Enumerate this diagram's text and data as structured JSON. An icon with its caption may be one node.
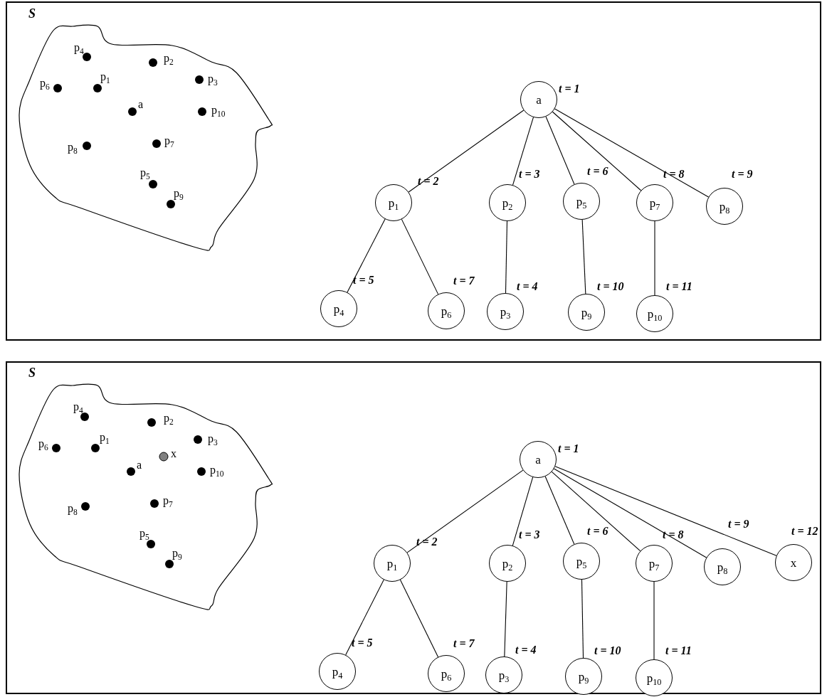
{
  "diagram": {
    "nodes": [
      {
        "text": [],
        "shape": "box"
      },
      {
        "text": [
          "S"
        ],
        "in": 0
      },
      {
        "text": [
          "a"
        ],
        "beside": [
          "t = 1"
        ],
        "in": 0
      },
      {
        "text": [
          "p$_{1}$"
        ],
        "beside": [
          "t = 2"
        ],
        "in": 0
      },
      {
        "text": [
          "p$_{2}$"
        ],
        "beside": [
          "t = 3"
        ],
        "in": 0
      },
      {
        "text": [
          "p$_{5}$"
        ],
        "beside": [
          "t = 6"
        ],
        "in": 0
      },
      {
        "text": [
          "p$_{7}$"
        ],
        "beside": [
          "t = 8"
        ],
        "in": 0
      },
      {
        "text": [
          "p$_{8}$"
        ],
        "beside": [
          "t = 9"
        ],
        "in": 0
      },
      {
        "text": [
          "p$_{4}$"
        ],
        "beside": [
          "t = 5"
        ],
        "in": 0
      },
      {
        "text": [
          "p$_{6}$"
        ],
        "beside": [
          "t = 7"
        ],
        "in": 0
      },
      {
        "text": [
          "p$_{3}$"
        ],
        "beside": [
          "t = 4"
        ],
        "in": 0
      },
      {
        "text": [
          "p$_{9}$"
        ],
        "beside": [
          "t = 10"
        ],
        "in": 0
      },
      {
        "text": [
          "p$_{10}$"
        ],
        "beside": [
          "t = 11"
        ],
        "in": 0
      },
      {
        "text": [],
        "shape": "box"
      },
      {
        "text": [
          "S"
        ],
        "in": 13
      },
      {
        "text": [
          "a"
        ],
        "beside": [
          "t = 1"
        ],
        "in": 13
      },
      {
        "text": [
          "p$_{1}$"
        ],
        "beside": [
          "t = 2"
        ],
        "in": 13
      },
      {
        "text": [
          "p$_{2}$"
        ],
        "beside": [
          "t = 3"
        ],
        "in": 13
      },
      {
        "text": [
          "p$_{5}$"
        ],
        "beside": [
          "t = 6"
        ],
        "in": 13
      },
      {
        "text": [
          "p$_{7}$"
        ],
        "beside": [
          "t = 8"
        ],
        "in": 13
      },
      {
        "text": [
          "p$_{8}$"
        ],
        "beside": [
          "t = 9"
        ],
        "in": 13
      },
      {
        "text": [
          "x"
        ],
        "beside": [
          "t = 12"
        ],
        "in": 13
      },
      {
        "text": [
          "p$_{4}$"
        ],
        "beside": [
          "t = 5"
        ],
        "in": 13
      },
      {
        "text": [
          "p$_{6}$"
        ],
        "beside": [
          "t = 7"
        ],
        "in": 13
      },
      {
        "text": [
          "p$_{3}$"
        ],
        "beside": [
          "t = 4"
        ],
        "in": 13
      },
      {
        "text": [
          "p$_{9}$"
        ],
        "beside": [
          "t = 10"
        ],
        "in": 13
      },
      {
        "text": [
          "p$_{10}$"
        ],
        "beside": [
          "t = 11"
        ],
        "in": 13
      }
    ],
    "edges": [
      {
        "from": 2,
        "to": 3,
        "arrow": "none"
      },
      {
        "from": 2,
        "to": 4,
        "arrow": "none"
      },
      {
        "from": 2,
        "to": 5,
        "arrow": "none"
      },
      {
        "from": 2,
        "to": 6,
        "arrow": "none"
      },
      {
        "from": 2,
        "to": 7,
        "arrow": "none"
      },
      {
        "from": 3,
        "to": 8,
        "arrow": "none"
      },
      {
        "from": 3,
        "to": 9,
        "arrow": "none"
      },
      {
        "from": 4,
        "to": 10,
        "arrow": "none"
      },
      {
        "from": 5,
        "to": 11,
        "arrow": "none"
      },
      {
        "from": 6,
        "to": 12,
        "arrow": "none"
      },
      {
        "from": 15,
        "to": 16,
        "arrow": "none"
      },
      {
        "from": 15,
        "to": 17,
        "arrow": "none"
      },
      {
        "from": 15,
        "to": 18,
        "arrow": "none"
      },
      {
        "from": 15,
        "to": 19,
        "arrow": "none"
      },
      {
        "from": 15,
        "to": 20,
        "arrow": "none"
      },
      {
        "from": 15,
        "to": 21,
        "arrow": "none"
      },
      {
        "from": 16,
        "to": 22,
        "arrow": "none"
      },
      {
        "from": 16,
        "to": 23,
        "arrow": "none"
      },
      {
        "from": 17,
        "to": 24,
        "arrow": "none"
      },
      {
        "from": 18,
        "to": 25,
        "arrow": "none"
      },
      {
        "from": 19,
        "to": 26,
        "arrow": "none"
      }
    ],
    "labels": [
      "p$_{4}$",
      "p$_{2}$",
      "p$_{1}$",
      "p$_{6}$",
      "p$_{3}$",
      "a",
      "p$_{10}$",
      "p$_{8}$",
      "p$_{7}$",
      "p$_{5}$",
      "p$_{9}$",
      "p$_{4}$",
      "p$_{2}$",
      "p$_{1}$",
      "p$_{6}$",
      "p$_{3}$",
      "x",
      "a",
      "p$_{10}$",
      "p$_{8}$",
      "p$_{7}$",
      "p$_{5}$",
      "p$_{9}$"
    ]
  }
}
